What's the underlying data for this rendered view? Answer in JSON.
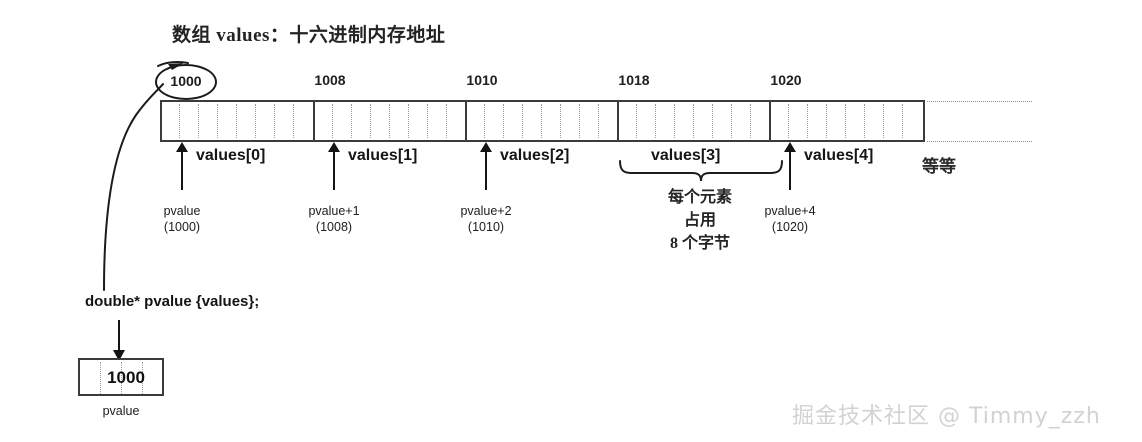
{
  "diagram": {
    "title": "数组 values：十六进制内存地址",
    "addresses": [
      "1000",
      "1008",
      "1010",
      "1018",
      "1020"
    ],
    "circled_address": "1000",
    "elements": [
      {
        "name": "values[0]",
        "pointer": "pvalue",
        "address": "(1000)"
      },
      {
        "name": "values[1]",
        "pointer": "pvalue+1",
        "address": "(1008)"
      },
      {
        "name": "values[2]",
        "pointer": "pvalue+2",
        "address": "(1010)"
      },
      {
        "name": "values[3]",
        "pointer": "",
        "address": ""
      },
      {
        "name": "values[4]",
        "pointer": "pvalue+4",
        "address": "(1020)"
      }
    ],
    "continuation_label": "等等",
    "element_size_note": [
      "每个元素",
      "占用",
      "8 个字节"
    ],
    "declaration": "double* pvalue {values};",
    "pointer_box": {
      "value": "1000",
      "label": "pvalue"
    },
    "bytes_per_element": 8,
    "colors": {
      "box_border": "#3b3b3b",
      "arrow": "#141414",
      "byte_divider": "#9a9a9a",
      "text": "#1a1a1a",
      "watermark": "#d2d2d2"
    }
  },
  "watermark": {
    "text": "掘金技术社区 @ Timmy_zzh"
  }
}
